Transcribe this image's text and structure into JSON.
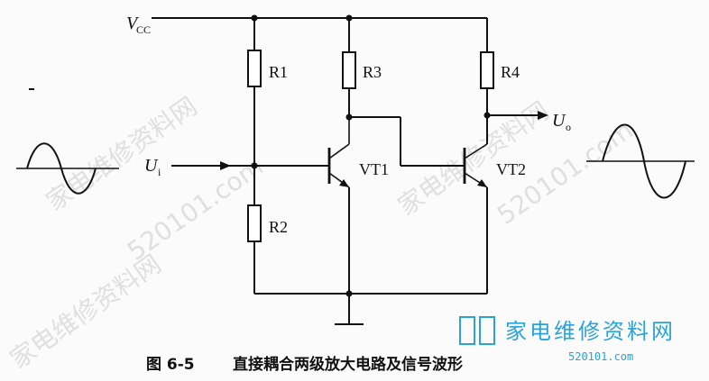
{
  "supply": {
    "v": "V",
    "sub": "CC"
  },
  "resistors": {
    "r1": "R1",
    "r2": "R2",
    "r3": "R3",
    "r4": "R4"
  },
  "transistors": {
    "vt1": "VT1",
    "vt2": "VT2"
  },
  "input": {
    "u": "U",
    "sub": "i"
  },
  "output": {
    "u": "U",
    "sub": "o"
  },
  "caption": {
    "fig": "图 6-5",
    "title": "直接耦合两级放大电路及信号波形"
  },
  "watermark": {
    "text": "家电维修资料网",
    "url": "520101.com",
    "logo_text": "家电维修资料网",
    "logo_url": "520101.com"
  }
}
